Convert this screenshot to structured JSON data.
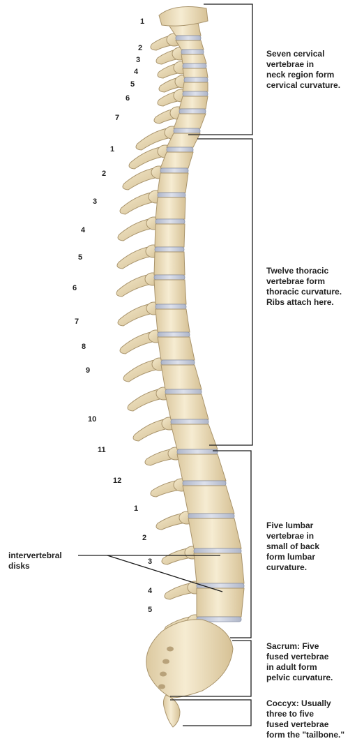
{
  "regions": [
    {
      "name": "cervical",
      "numbers": [
        "1",
        "2",
        "3",
        "4",
        "5",
        "6",
        "7"
      ],
      "description": [
        "Seven cervical",
        "vertebrae in",
        "neck region form",
        "cervical curvature."
      ]
    },
    {
      "name": "thoracic",
      "numbers": [
        "1",
        "2",
        "3",
        "4",
        "5",
        "6",
        "7",
        "8",
        "9",
        "10",
        "11",
        "12"
      ],
      "description": [
        "Twelve thoracic",
        "vertebrae form",
        "thoracic curvature.",
        "Ribs attach here."
      ]
    },
    {
      "name": "lumbar",
      "numbers": [
        "1",
        "2",
        "3",
        "4",
        "5"
      ],
      "description": [
        "Five lumbar",
        "vertebrae in",
        "small of back",
        "form lumbar",
        "curvature."
      ]
    },
    {
      "name": "sacrum",
      "numbers": [],
      "description": [
        "Sacrum: Five",
        "fused vertebrae",
        "in adult form",
        "pelvic curvature."
      ]
    },
    {
      "name": "coccyx",
      "numbers": [],
      "description": [
        "Coccyx: Usually",
        "three to five",
        "fused vertebrae",
        "form the \"tailbone.\""
      ]
    }
  ],
  "pointer_label": [
    "intervertebral",
    "disks"
  ],
  "colors": {
    "bone_light": "#f3e7c8",
    "bone_dark": "#d9c69c",
    "disk": "#c9cfe0",
    "text": "#222222"
  }
}
